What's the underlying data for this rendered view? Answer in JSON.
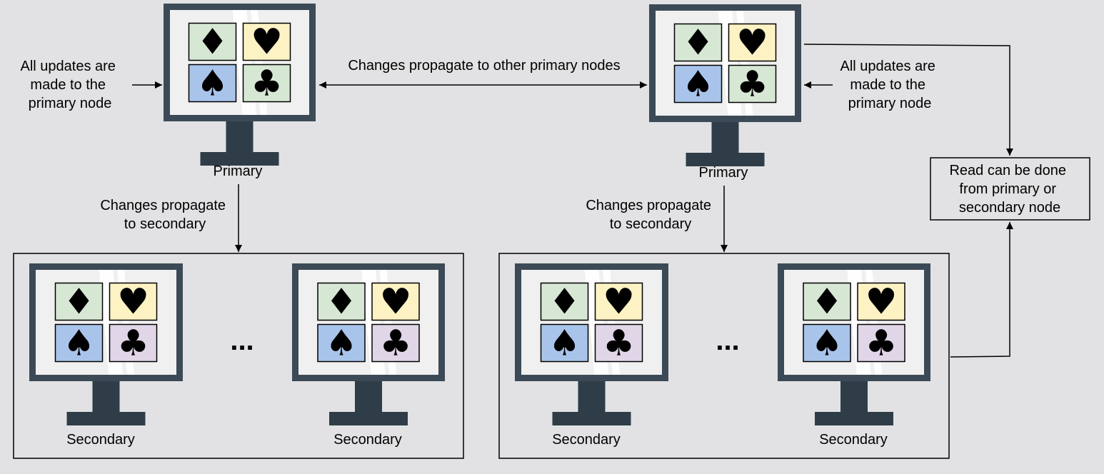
{
  "labels": {
    "primary": "Primary",
    "secondary": "Secondary",
    "ellipsis": "...",
    "updates_left": [
      "All updates are",
      "made to the",
      "primary node"
    ],
    "updates_right": [
      "All updates are",
      "made to the",
      "primary node"
    ],
    "propagate_primary": "Changes propagate to other primary nodes",
    "propagate_secondary_left": [
      "Changes propagate",
      "to secondary"
    ],
    "propagate_secondary_right": [
      "Changes propagate",
      "to secondary"
    ],
    "read_box": [
      "Read can be done",
      "from primary or",
      "secondary node"
    ]
  },
  "suits": {
    "diamond": "♦",
    "heart": "♥",
    "spade": "♠",
    "club": "♣"
  },
  "colors": {
    "background": "#e2e2e4",
    "monitor_frame": "#3b4a56",
    "monitor_stand": "#2f3d48",
    "screen": "#f0f0f0",
    "tile_diamond": "#d6e8d4",
    "tile_heart": "#fdf2c4",
    "tile_spade": "#a9c4eb",
    "tile_club_primary": "#d6e8d4",
    "tile_club_secondary": "#e0d6e8"
  },
  "icons": [
    "diamond-icon",
    "heart-icon",
    "spade-icon",
    "club-icon",
    "arrow-icon",
    "monitor-icon"
  ]
}
